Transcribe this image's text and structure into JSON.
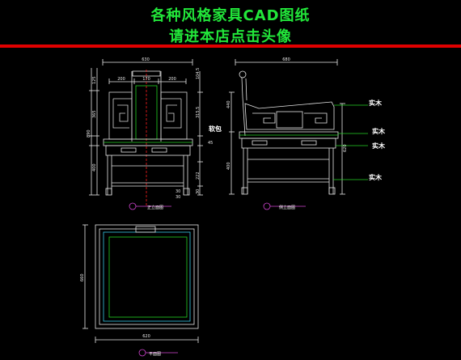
{
  "banner": {
    "line1": "各种风格家具CAD图纸",
    "line2": "请进本店点击头像"
  },
  "colors": {
    "title_green": "#22e63a",
    "accent_red": "#e00000",
    "line_white": "#e6e6e6",
    "line_green": "#25d325",
    "line_magenta": "#d044d0",
    "line_cyan": "#36c8e6",
    "center_red": "#ff2020"
  },
  "front_view": {
    "dim_width": "630",
    "dim_sub_left": "200",
    "dim_sub_mid": "170",
    "dim_sub_right": "200",
    "dim_top_right": "104.5",
    "dim_left_1": "125",
    "dim_left_2": "365",
    "dim_height_total": "890",
    "dim_right_1": "315.5",
    "dim_right_2": "45",
    "dim_left_3": "400",
    "dim_right_3": "222",
    "dim_right_4": "30",
    "dim_foot_a": "30",
    "dim_foot_b": "30",
    "label_cushion": "软包",
    "view_title": "正立面图"
  },
  "side_view": {
    "dim_width": "680",
    "dim_left_1": "440",
    "dim_left_2": "400",
    "dim_right_total": "620",
    "label_solid_1": "实木",
    "label_solid_2": "实木",
    "label_solid_3": "实木",
    "label_solid_4": "实木",
    "view_title": "侧立面图"
  },
  "plan_view": {
    "dim_depth": "660",
    "dim_width": "620",
    "view_title": "平面图"
  }
}
